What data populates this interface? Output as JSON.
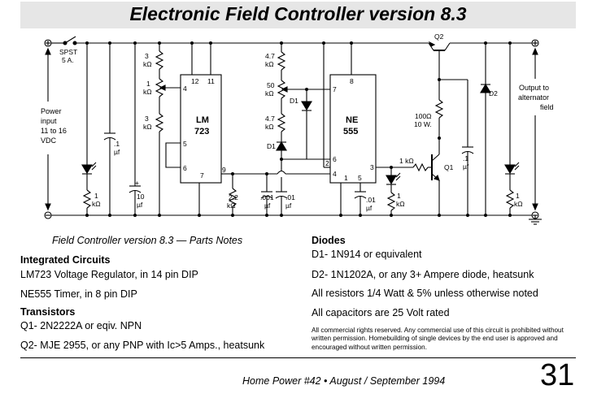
{
  "title": "Electronic Field Controller version 8.3",
  "schematic": {
    "switch_label": "SPST",
    "switch_rating": "5 A.",
    "power_input_lines": [
      "Power",
      "input",
      "11 to 16",
      "VDC"
    ],
    "output_lines": [
      "Output to",
      "alternator",
      "field"
    ],
    "ic1_name_lines": [
      "LM",
      "723"
    ],
    "ic2_name_lines": [
      "NE",
      "555"
    ],
    "lm723_pins": [
      "12",
      "11",
      "4",
      "5",
      "6",
      "7",
      "9"
    ],
    "ne555_pins": [
      "8",
      "7",
      "6",
      "2",
      "4",
      "1",
      "5",
      "3"
    ],
    "q1_label": "Q1",
    "q2_label": "Q2",
    "d1_label": "D1",
    "d2_label": "D2",
    "kohm": "kΩ",
    "r1_value": "3",
    "r2_value": "1",
    "r3_value": "3",
    "r4_value": "4.7",
    "r5_value": "50",
    "r6_value": "4.7",
    "r7_value": "1",
    "r8_value": "2.2",
    "r9_value": "1",
    "r10_value": "1",
    "rb_value": "1 kΩ",
    "r100_value": "100Ω",
    "r100_watts": "10 W.",
    "c1_value": ".1",
    "c2_value": "10",
    "c3_value": ".001",
    "c4_value": ".01",
    "c5_value": ".01",
    "c6_value": ".1",
    "uf": "µf",
    "plus_sign": "+"
  },
  "notes": {
    "caption": "Field Controller version 8.3 — Parts Notes",
    "ic_heading": "Integrated Circuits",
    "ic1": "LM723 Voltage Regulator, in 14 pin DIP",
    "ic2": "NE555 Timer, in 8 pin DIP",
    "transistors_heading": "Transistors",
    "q1": "Q1- 2N2222A or eqiv. NPN",
    "q2": "Q2- MJE 2955, or any PNP with Ic>5 Amps., heatsunk",
    "diodes_heading": "Diodes",
    "d1": "D1- 1N914 or equivalent",
    "d2": "D2- 1N1202A, or any 3+ Ampere diode, heatsunk",
    "resistors": "All resistors 1/4 Watt & 5% unless otherwise noted",
    "capacitors": "All capacitors are 25 Volt rated",
    "rights": "All commercial rights reserved.  Any commercial use of this circuit is prohibited without written permission.  Homebuilding of single devices by the end user is approved and encouraged without written permission."
  },
  "footer": {
    "citation": "Home Power #42  •  August / September 1994",
    "page_number": "31"
  }
}
